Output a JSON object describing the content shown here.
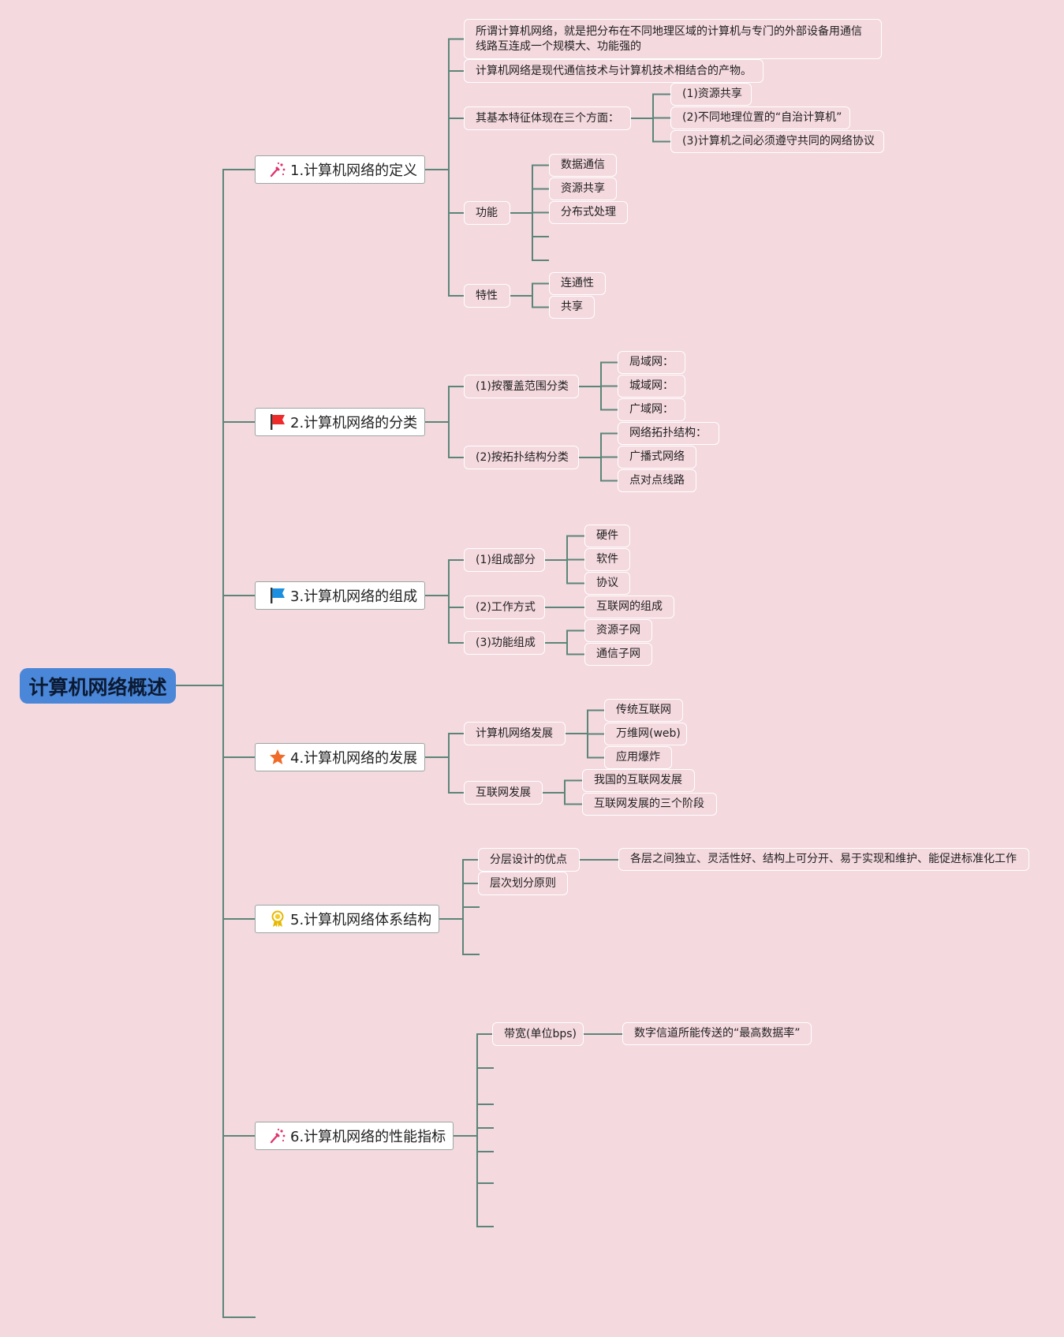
{
  "colors": {
    "background": "#f4d9df",
    "root": "#4a87d8",
    "connector": "#5b8578"
  },
  "root": "计算机网络概述",
  "sections": [
    {
      "label": "1.计算机网络的定义",
      "icon": "sparkle-icon",
      "children": [
        {
          "label": "所谓计算机网络，就是把分布在不同地理区域的计算机与专门的外部设备用通信线路互连成一个规模大、功能强的"
        },
        {
          "label": "计算机网络是现代通信技术与计算机技术相结合的产物。"
        },
        {
          "label": "其基本特征体现在三个方面：",
          "children": [
            {
              "label": "(1)资源共享"
            },
            {
              "label": "(2)不同地理位置的“自治计算机”"
            },
            {
              "label": "(3)计算机之间必须遵守共同的网络协议"
            }
          ]
        },
        {
          "label": "功能",
          "children": [
            {
              "label": "数据通信"
            },
            {
              "label": "资源共享"
            },
            {
              "label": "分布式处理"
            }
          ]
        },
        {
          "label": "特性",
          "children": [
            {
              "label": "连通性"
            },
            {
              "label": "共享"
            }
          ]
        }
      ]
    },
    {
      "label": "2.计算机网络的分类",
      "icon": "red-flag-icon",
      "children": [
        {
          "label": "(1)按覆盖范围分类",
          "children": [
            {
              "label": "局域网："
            },
            {
              "label": "城域网："
            },
            {
              "label": "广域网："
            }
          ]
        },
        {
          "label": "(2)按拓扑结构分类",
          "children": [
            {
              "label": "网络拓扑结构："
            },
            {
              "label": "广播式网络"
            },
            {
              "label": "点对点线路"
            }
          ]
        }
      ]
    },
    {
      "label": "3.计算机网络的组成",
      "icon": "blue-flag-icon",
      "children": [
        {
          "label": "(1)组成部分",
          "children": [
            {
              "label": "硬件"
            },
            {
              "label": "软件"
            },
            {
              "label": "协议"
            }
          ]
        },
        {
          "label": "(2)工作方式",
          "children": [
            {
              "label": "互联网的组成"
            }
          ]
        },
        {
          "label": "(3)功能组成",
          "children": [
            {
              "label": "资源子网"
            },
            {
              "label": "通信子网"
            }
          ]
        }
      ]
    },
    {
      "label": "4.计算机网络的发展",
      "icon": "star-icon",
      "children": [
        {
          "label": "计算机网络发展",
          "children": [
            {
              "label": "传统互联网"
            },
            {
              "label": "万维网(web)"
            },
            {
              "label": "应用爆炸"
            }
          ]
        },
        {
          "label": "互联网发展",
          "children": [
            {
              "label": "我国的互联网发展"
            },
            {
              "label": "互联网发展的三个阶段"
            }
          ]
        }
      ]
    },
    {
      "label": "5.计算机网络体系结构",
      "icon": "award-icon",
      "children": [
        {
          "label": "分层设计的优点",
          "children": [
            {
              "label": "各层之间独立、灵活性好、结构上可分开、易于实现和维护、能促进标准化工作"
            }
          ]
        },
        {
          "label": "层次划分原则"
        }
      ]
    },
    {
      "label": "6.计算机网络的性能指标",
      "icon": "sparkle-icon",
      "children": [
        {
          "label": "带宽(单位bps)",
          "children": [
            {
              "label": "数字信道所能传送的“最高数据率”"
            }
          ]
        }
      ]
    }
  ]
}
